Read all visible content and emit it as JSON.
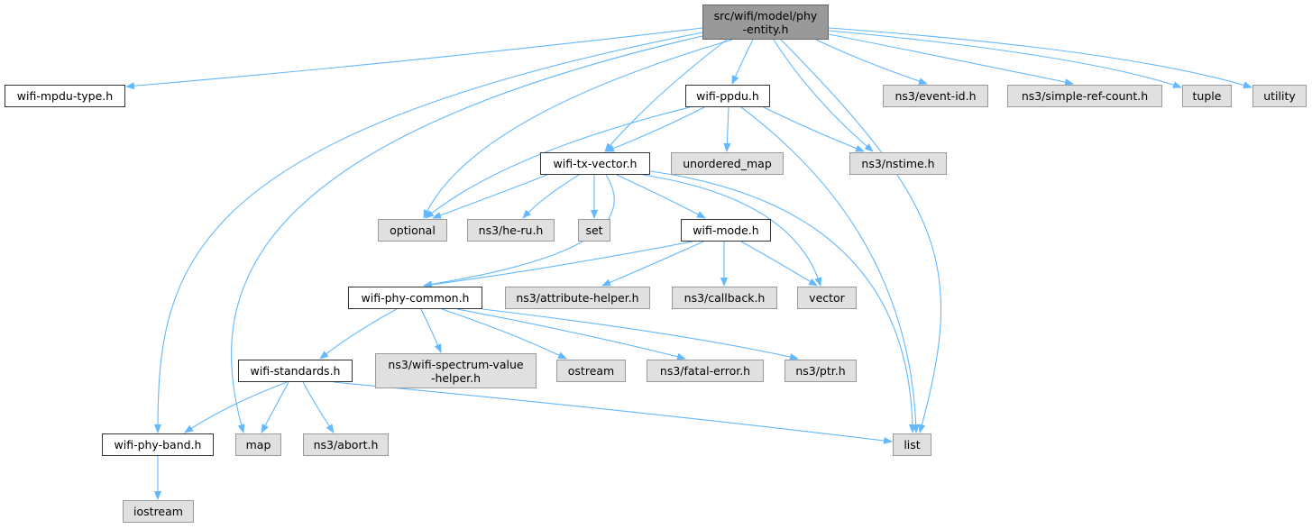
{
  "colors": {
    "root_fill": "#999999",
    "root_border": "#666666",
    "header_fill": "#ffffff",
    "header_border": "#333333",
    "system_fill": "#e0e0e0",
    "system_border": "#999999",
    "edge": "#63b8ff"
  },
  "diagram": {
    "nodes": {
      "phy_entity": {
        "lines": [
          "src/wifi/model/phy",
          "-entity.h"
        ],
        "kind": "root"
      },
      "mpdu_type": {
        "lines": [
          "wifi-mpdu-type.h"
        ],
        "kind": "header"
      },
      "ppdu": {
        "lines": [
          "wifi-ppdu.h"
        ],
        "kind": "header"
      },
      "event_id": {
        "lines": [
          "ns3/event-id.h"
        ],
        "kind": "system"
      },
      "simple_ref": {
        "lines": [
          "ns3/simple-ref-count.h"
        ],
        "kind": "system"
      },
      "tuple": {
        "lines": [
          "tuple"
        ],
        "kind": "system"
      },
      "utility": {
        "lines": [
          "utility"
        ],
        "kind": "system"
      },
      "tx_vector": {
        "lines": [
          "wifi-tx-vector.h"
        ],
        "kind": "header"
      },
      "unordered_map": {
        "lines": [
          "unordered_map"
        ],
        "kind": "system"
      },
      "nstime": {
        "lines": [
          "ns3/nstime.h"
        ],
        "kind": "system"
      },
      "optional": {
        "lines": [
          "optional"
        ],
        "kind": "system"
      },
      "he_ru": {
        "lines": [
          "ns3/he-ru.h"
        ],
        "kind": "system"
      },
      "set": {
        "lines": [
          "set"
        ],
        "kind": "system"
      },
      "wifi_mode": {
        "lines": [
          "wifi-mode.h"
        ],
        "kind": "header"
      },
      "phy_common": {
        "lines": [
          "wifi-phy-common.h"
        ],
        "kind": "header"
      },
      "attribute_helper": {
        "lines": [
          "ns3/attribute-helper.h"
        ],
        "kind": "system"
      },
      "callback": {
        "lines": [
          "ns3/callback.h"
        ],
        "kind": "system"
      },
      "vector": {
        "lines": [
          "vector"
        ],
        "kind": "system"
      },
      "standards": {
        "lines": [
          "wifi-standards.h"
        ],
        "kind": "header"
      },
      "spectrum": {
        "lines": [
          "ns3/wifi-spectrum-value",
          "-helper.h"
        ],
        "kind": "system"
      },
      "ostream": {
        "lines": [
          "ostream"
        ],
        "kind": "system"
      },
      "fatal_error": {
        "lines": [
          "ns3/fatal-error.h"
        ],
        "kind": "system"
      },
      "ptr": {
        "lines": [
          "ns3/ptr.h"
        ],
        "kind": "system"
      },
      "phy_band": {
        "lines": [
          "wifi-phy-band.h"
        ],
        "kind": "header"
      },
      "map": {
        "lines": [
          "map"
        ],
        "kind": "system"
      },
      "abort": {
        "lines": [
          "ns3/abort.h"
        ],
        "kind": "system"
      },
      "list": {
        "lines": [
          "list"
        ],
        "kind": "system"
      },
      "iostream": {
        "lines": [
          "iostream"
        ],
        "kind": "system"
      }
    },
    "edges": [
      [
        "phy_entity",
        "mpdu_type"
      ],
      [
        "phy_entity",
        "ppdu"
      ],
      [
        "phy_entity",
        "event_id"
      ],
      [
        "phy_entity",
        "simple_ref"
      ],
      [
        "phy_entity",
        "tuple"
      ],
      [
        "phy_entity",
        "utility"
      ],
      [
        "phy_entity",
        "tx_vector"
      ],
      [
        "phy_entity",
        "nstime"
      ],
      [
        "phy_entity",
        "optional"
      ],
      [
        "phy_entity",
        "map"
      ],
      [
        "phy_entity",
        "phy_band"
      ],
      [
        "phy_entity",
        "list"
      ],
      [
        "ppdu",
        "tx_vector"
      ],
      [
        "ppdu",
        "unordered_map"
      ],
      [
        "ppdu",
        "nstime"
      ],
      [
        "ppdu",
        "optional"
      ],
      [
        "ppdu",
        "list"
      ],
      [
        "tx_vector",
        "optional"
      ],
      [
        "tx_vector",
        "he_ru"
      ],
      [
        "tx_vector",
        "set"
      ],
      [
        "tx_vector",
        "wifi_mode"
      ],
      [
        "tx_vector",
        "phy_common"
      ],
      [
        "tx_vector",
        "vector"
      ],
      [
        "tx_vector",
        "list"
      ],
      [
        "wifi_mode",
        "phy_common"
      ],
      [
        "wifi_mode",
        "attribute_helper"
      ],
      [
        "wifi_mode",
        "callback"
      ],
      [
        "wifi_mode",
        "vector"
      ],
      [
        "phy_common",
        "standards"
      ],
      [
        "phy_common",
        "spectrum"
      ],
      [
        "phy_common",
        "ostream"
      ],
      [
        "phy_common",
        "fatal_error"
      ],
      [
        "phy_common",
        "ptr"
      ],
      [
        "standards",
        "phy_band"
      ],
      [
        "standards",
        "map"
      ],
      [
        "standards",
        "abort"
      ],
      [
        "standards",
        "list"
      ],
      [
        "phy_band",
        "iostream"
      ]
    ]
  }
}
